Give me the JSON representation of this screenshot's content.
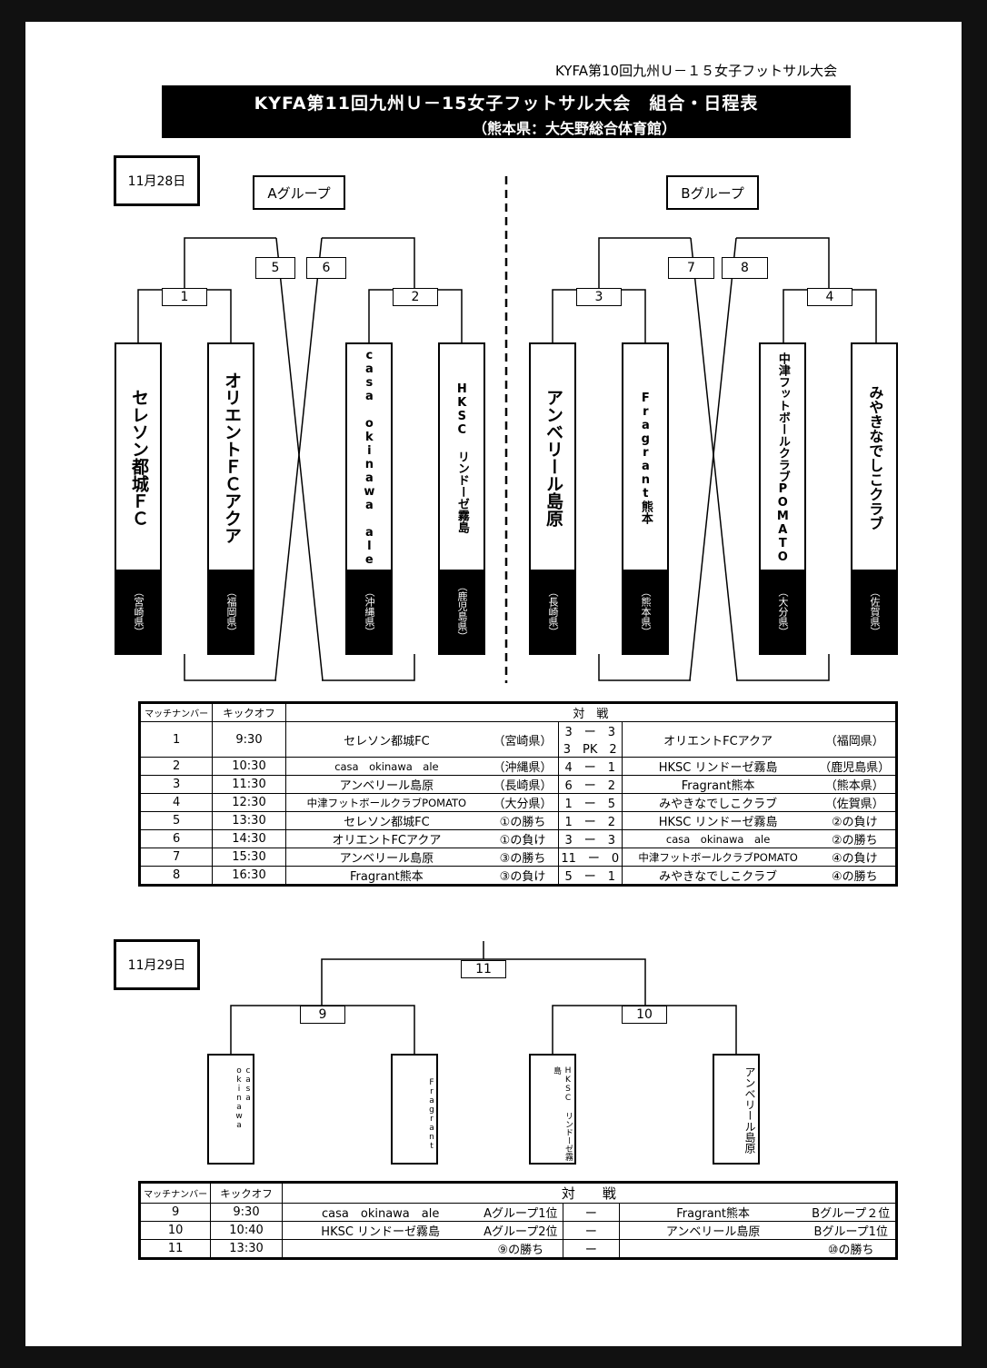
{
  "header": {
    "top_note": "KYFA第10回九州Ｕ－１５女子フットサル大会",
    "title": "KYFA第11回九州Ｕ－15女子フットサル大会　組合・日程表",
    "venue": "（熊本県：大矢野総合体育館）"
  },
  "day1": {
    "date": "11月28日",
    "group_a": "Aグループ",
    "group_b": "Bグループ",
    "match_numbers": [
      "1",
      "2",
      "3",
      "4",
      "5",
      "6",
      "7",
      "8"
    ],
    "teams": [
      {
        "name": "セレソン都城ＦＣ",
        "pref": "（宮崎県）"
      },
      {
        "name": "オリエントＦＣアクア",
        "pref": "（福岡県）"
      },
      {
        "name": "casa okinawa ale",
        "pref": "（沖縄県）"
      },
      {
        "name": "HKSC リンドーゼ霧島",
        "pref": "（鹿児島県）"
      },
      {
        "name": "アンベリール島原",
        "pref": "（長崎県）"
      },
      {
        "name": "Fragrant熊本",
        "pref": "（熊本県）"
      },
      {
        "name": "中津フットボールクラブPOMATO",
        "pref": "（大分県）"
      },
      {
        "name": "みやきなでしこクラブ",
        "pref": "（佐賀県）"
      }
    ],
    "table": {
      "headers": {
        "match": "マッチナンバー",
        "kickoff": "キックオフ",
        "versus": "対　戦"
      },
      "rows": [
        {
          "no": "1",
          "time": "9:30",
          "home": "セレソン都城FC",
          "home_note": "（宮崎県）",
          "score": "3　ー　3",
          "pk": "3　PK　2",
          "away": "オリエントFCアクア",
          "away_note": "（福岡県）"
        },
        {
          "no": "2",
          "time": "10:30",
          "home": "casa　okinawa　ale",
          "home_note": "（沖縄県）",
          "score": "4　ー　1",
          "away": "HKSC リンドーゼ霧島",
          "away_note": "（鹿児島県）"
        },
        {
          "no": "3",
          "time": "11:30",
          "home": "アンベリール島原",
          "home_note": "（長崎県）",
          "score": "6　ー　2",
          "away": "Fragrant熊本",
          "away_note": "（熊本県）"
        },
        {
          "no": "4",
          "time": "12:30",
          "home": "中津フットボールクラブPOMATO",
          "home_note": "（大分県）",
          "score": "1　ー　5",
          "away": "みやきなでしこクラブ",
          "away_note": "（佐賀県）"
        },
        {
          "no": "5",
          "time": "13:30",
          "home": "セレソン都城FC",
          "home_note": "①の勝ち",
          "score": "1　ー　2",
          "away": "HKSC リンドーゼ霧島",
          "away_note": "②の負け"
        },
        {
          "no": "6",
          "time": "14:30",
          "home": "オリエントFCアクア",
          "home_note": "①の負け",
          "score": "3　ー　3",
          "away": "casa　okinawa　ale",
          "away_note": "②の勝ち"
        },
        {
          "no": "7",
          "time": "15:30",
          "home": "アンベリール島原",
          "home_note": "③の勝ち",
          "score": "11　ー　0",
          "away": "中津フットボールクラブPOMATO",
          "away_note": "④の負け"
        },
        {
          "no": "8",
          "time": "16:30",
          "home": "Fragrant熊本",
          "home_note": "③の負け",
          "score": "5　ー　1",
          "away": "みやきなでしこクラブ",
          "away_note": "④の勝ち"
        }
      ]
    }
  },
  "day2": {
    "date": "11月29日",
    "match_numbers": [
      "9",
      "10",
      "11"
    ],
    "teams": [
      "casa okinawa",
      "Fragrant",
      "HKSC リンドーゼ霧島",
      "アンベリール島原"
    ],
    "table": {
      "headers": {
        "match": "マッチナンバー",
        "kickoff": "キックオフ",
        "versus": "対　　戦"
      },
      "rows": [
        {
          "no": "9",
          "time": "9:30",
          "home": "casa　okinawa　ale",
          "home_note": "Aグループ1位",
          "score": "ー",
          "away": "Fragrant熊本",
          "away_note": "Bグループ２位"
        },
        {
          "no": "10",
          "time": "10:40",
          "home": "HKSC リンドーゼ霧島",
          "home_note": "Aグループ2位",
          "score": "ー",
          "away": "アンベリール島原",
          "away_note": "Bグループ1位"
        },
        {
          "no": "11",
          "time": "13:30",
          "home": "",
          "home_note": "⑨の勝ち",
          "score": "ー",
          "away": "",
          "away_note": "⑩の勝ち"
        }
      ]
    }
  }
}
